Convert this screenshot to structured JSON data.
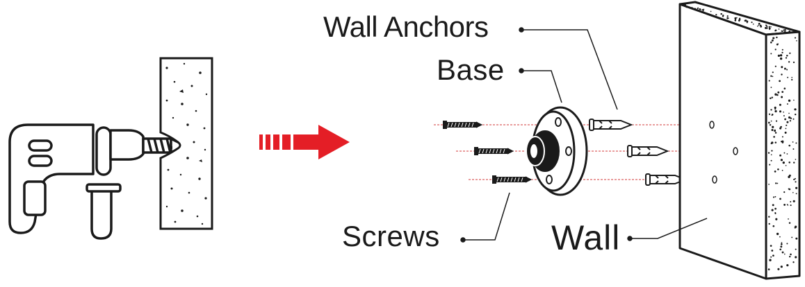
{
  "diagram": {
    "labels": {
      "wall_anchors": "Wall Anchors",
      "base": "Base",
      "screws": "Screws",
      "wall": "Wall"
    },
    "colors": {
      "line": "#1a1a1a",
      "arrow": "#e41e26",
      "guide": "#d33a3a",
      "fill": "#ffffff"
    },
    "icons": {
      "step1": "drill-icon",
      "transition": "red-arrow-icon"
    }
  }
}
